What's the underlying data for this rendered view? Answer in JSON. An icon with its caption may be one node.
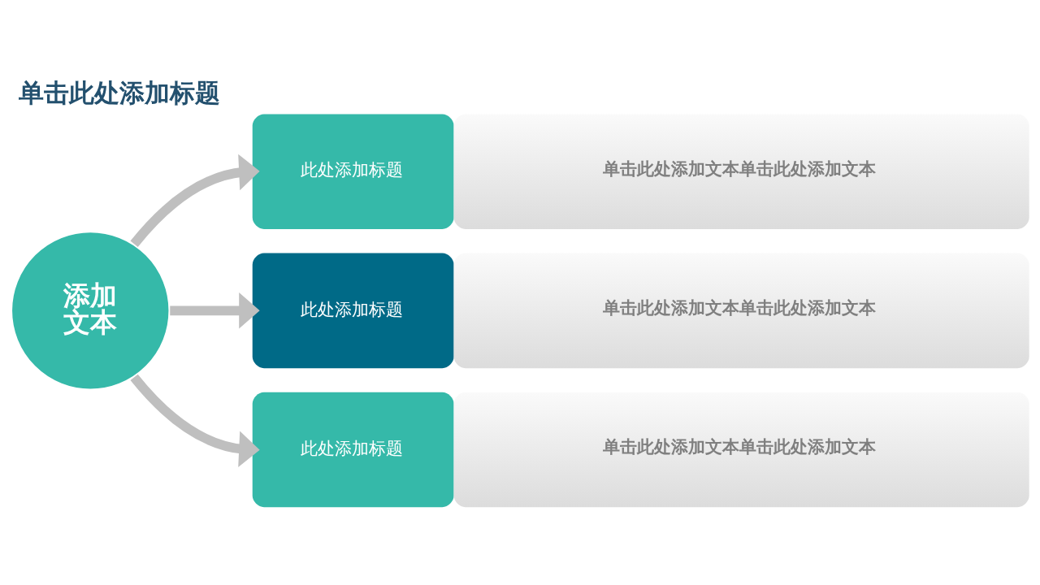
{
  "diagram": {
    "title": "单击此处添加标题",
    "nodes": [
      {
        "text": [
          "添加文本"
        ]
      },
      {
        "text": [
          "此处添加标题",
          "单击此处添加文本单击此处添加文本"
        ]
      },
      {
        "text": [
          "此处添加标题",
          "单击此处添加文本单击此处添加文本"
        ]
      },
      {
        "text": [
          "此处添加标题",
          "单击此处添加文本单击此处添加文本"
        ]
      }
    ],
    "edges": [
      {
        "from": 0,
        "to": 1,
        "arrow": "to"
      },
      {
        "from": 0,
        "to": 2,
        "arrow": "to"
      },
      {
        "from": 0,
        "to": 3,
        "arrow": "to"
      }
    ]
  }
}
